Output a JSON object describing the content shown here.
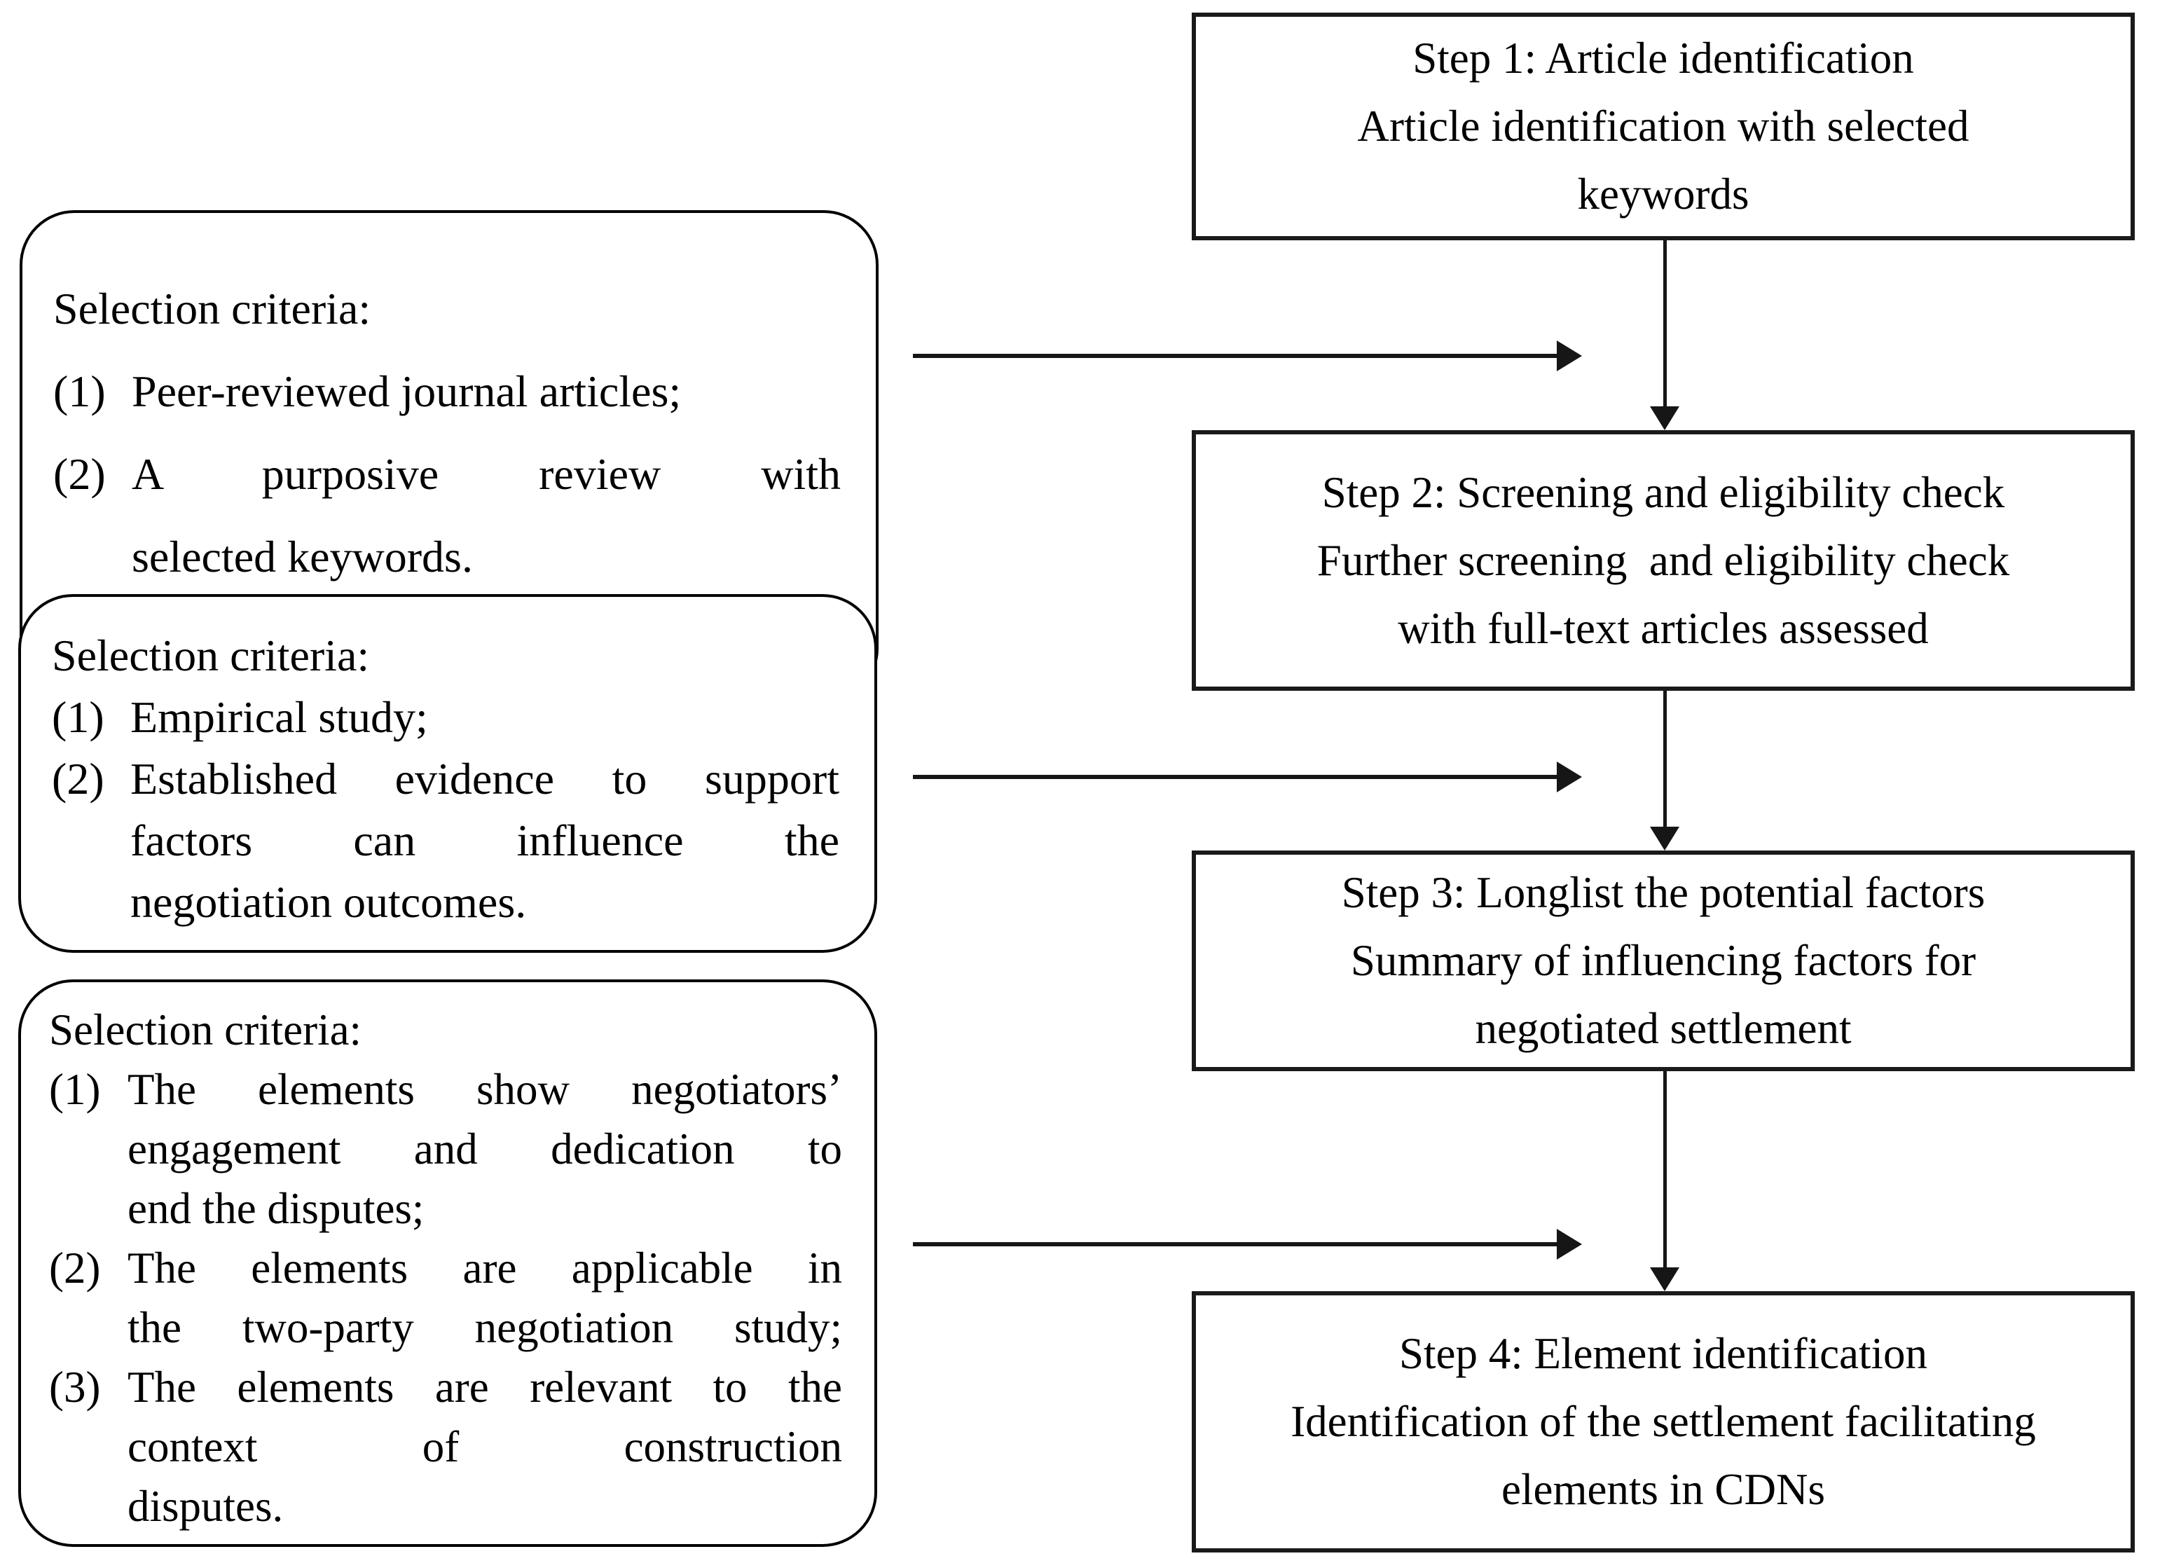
{
  "figure": {
    "background_color": "#ffffff",
    "line_color": "#161616",
    "description": "Four-step literature review flowchart with selection criteria boxes feeding into each step transition"
  },
  "criteria_boxes": [
    {
      "lines": [
        {
          "marker": "",
          "text": "Selection criteria:"
        },
        {
          "marker": "(1)",
          "text": "Peer-reviewed journal articles;"
        },
        {
          "marker": "(2)",
          "text": "A purposive review with"
        },
        {
          "marker": "",
          "text": "selected keywords."
        }
      ]
    },
    {
      "lines": [
        {
          "marker": "",
          "text": "Selection criteria:"
        },
        {
          "marker": "(1)",
          "text": "Empirical study;"
        },
        {
          "marker": "(2)",
          "text": "Established evidence to support"
        },
        {
          "marker": "",
          "text": "factors can influence the"
        },
        {
          "marker": "",
          "text": "negotiation outcomes."
        }
      ]
    },
    {
      "lines": [
        {
          "marker": "",
          "text": "Selection criteria:"
        },
        {
          "marker": "(1)",
          "text": "The elements show negotiators’"
        },
        {
          "marker": "",
          "text": "engagement and dedication to"
        },
        {
          "marker": "",
          "text": "end the disputes;"
        },
        {
          "marker": "(2)",
          "text": "The elements are applicable in"
        },
        {
          "marker": "",
          "text": "the two-party negotiation study;"
        },
        {
          "marker": "(3)",
          "text": "The elements are relevant to the"
        },
        {
          "marker": "",
          "text": "context of construction"
        },
        {
          "marker": "",
          "text": "disputes."
        }
      ]
    }
  ],
  "steps": [
    {
      "lines": [
        "Step 1: Article identification",
        "Article identification with selected",
        "keywords"
      ]
    },
    {
      "lines": [
        "Step 2: Screening and eligibility check",
        "Further screening  and eligibility check",
        "with full-text articles assessed"
      ]
    },
    {
      "lines": [
        "Step 3: Longlist the potential factors",
        "Summary of influencing factors for",
        "negotiated settlement"
      ]
    },
    {
      "lines": [
        "Step 4: Element identification",
        "Identification of the settlement facilitating",
        "elements in CDNs"
      ]
    }
  ]
}
